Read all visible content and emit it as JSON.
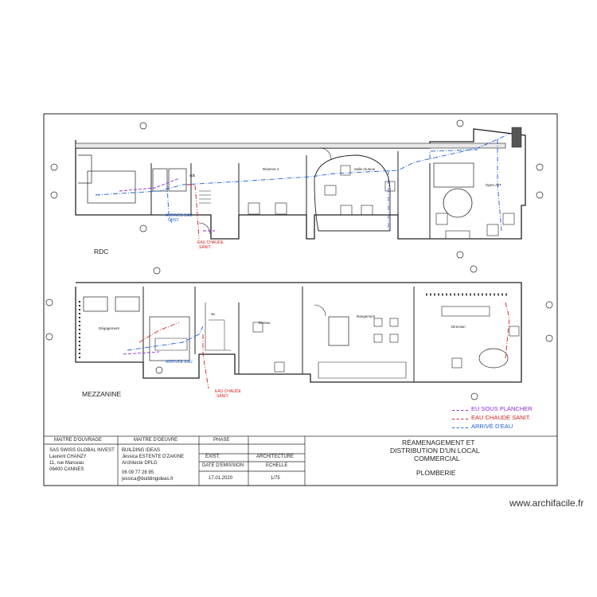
{
  "levels": {
    "rdc": "RDC",
    "mezzanine": "MEZZANINE"
  },
  "rooms": {
    "reserve": "Réserve 2",
    "salle_reunion": "Salle réunion",
    "open": "Open ATT",
    "degagement": "Dégagement",
    "rangement": "Rangement",
    "bureau": "Bureau",
    "direction": "Direction",
    "wc": "wc",
    "sdb": "sdb"
  },
  "annotations": {
    "arrivee_eau_rdc": "ARRIVÉE EAU",
    "arrivee_eau_rdc_sub": "CHST.",
    "eau_chaude_rdc": "EAU CHAUDE",
    "eau_chaude_rdc_sub": "SANIT.",
    "arrivee_eau_mez": "ARRIVÉE EAU",
    "eau_chaude_mez": "EAU CHAUDE",
    "eau_chaude_mez_sub": "SANIT."
  },
  "legend": [
    {
      "label": "EU SOUS PLANCHER",
      "color": "#8a2be2",
      "style": "dash"
    },
    {
      "label": "EAU CHAUDE SANIT.",
      "color": "#d62020",
      "style": "dashdot"
    },
    {
      "label": "ARRIVÉ D'EAU",
      "color": "#1f5fd6",
      "style": "dashdot"
    }
  ],
  "title_block": {
    "maitre_ouvrage_h": "MAITRE D'OUVRAGE",
    "maitre_ouvrage": [
      "SAS SWISS GLOBAL INVEST",
      "Laurent CHANZY",
      "11, rue Marceau",
      "06400 CANNES"
    ],
    "maitre_oeuvre_h": "MAITRE D'OEUVRE",
    "maitre_oeuvre": [
      "BUILDING IDEAS",
      "Jessica ESTENTE D'ZAKINE",
      "Architecte DPLG",
      "06 09 77 28 95",
      "jessica@buildingideas.fr"
    ],
    "phase_h": "PHASE",
    "phase": "EXIST.",
    "architecture": "ARCHITECTURE",
    "date_h": "DATE D'EMISSION",
    "date": "17.01.2020",
    "echelle_h": "ECHELLE",
    "echelle": "1/75",
    "project_title": [
      "RÉAMENAGEMENT ET",
      "DISTRIBUTION D'UN LOCAL",
      "COMMERCIAL"
    ],
    "sheet": "PLOMBERIE"
  },
  "colors": {
    "eu": "#8a2be2",
    "ecs": "#d62020",
    "ae": "#1f5fd6",
    "wall": "#222222"
  },
  "watermark": "www.archifacile.fr"
}
